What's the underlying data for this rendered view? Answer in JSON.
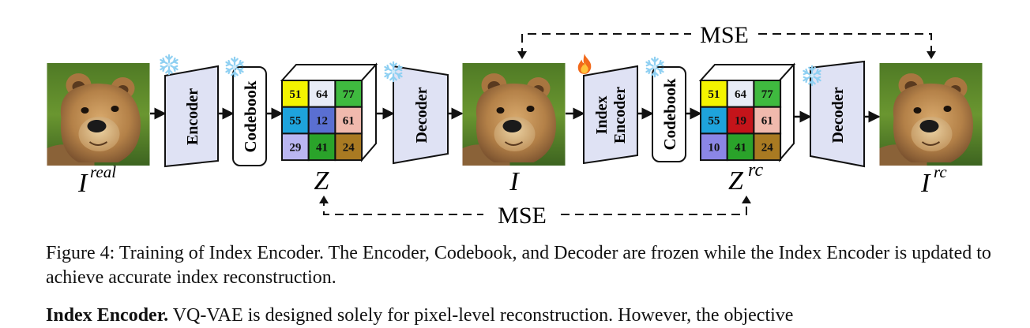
{
  "figure": {
    "labels": {
      "i_real": "I",
      "i_real_sup": "real",
      "z": "Z",
      "i_mid": "I",
      "z_rc": "Z",
      "z_rc_sup": "rc",
      "i_rc": "I",
      "i_rc_sup": "rc"
    },
    "blocks": {
      "encoder": "Encoder",
      "codebook_1": "Codebook",
      "decoder_1": "Decoder",
      "index_encoder_line1": "Index",
      "index_encoder_line2": "Encoder",
      "codebook_2": "Codebook",
      "decoder_2": "Decoder"
    },
    "mse_top": "MSE",
    "mse_bottom": "MSE",
    "grid_z": [
      [
        {
          "v": "51",
          "c": "#f4f400"
        },
        {
          "v": "64",
          "c": "#e8ecf6"
        },
        {
          "v": "77",
          "c": "#3fba3f"
        }
      ],
      [
        {
          "v": "55",
          "c": "#1ea3dc"
        },
        {
          "v": "12",
          "c": "#5a6fd1"
        },
        {
          "v": "61",
          "c": "#f0b9ad"
        }
      ],
      [
        {
          "v": "29",
          "c": "#bab6f2"
        },
        {
          "v": "41",
          "c": "#2aa32a"
        },
        {
          "v": "24",
          "c": "#a97a22"
        }
      ]
    ],
    "grid_zrc": [
      [
        {
          "v": "51",
          "c": "#f4f400"
        },
        {
          "v": "64",
          "c": "#e8ecf6"
        },
        {
          "v": "77",
          "c": "#3fba3f"
        }
      ],
      [
        {
          "v": "55",
          "c": "#1ea3dc"
        },
        {
          "v": "19",
          "c": "#c4141a"
        },
        {
          "v": "61",
          "c": "#f0b9ad"
        }
      ],
      [
        {
          "v": "10",
          "c": "#8b86e6"
        },
        {
          "v": "41",
          "c": "#2aa32a"
        },
        {
          "v": "24",
          "c": "#a97a22"
        }
      ]
    ],
    "icons": [
      "snowflake-icon",
      "flame-icon",
      "bear-photo"
    ],
    "colors": {
      "block_fill": "#dfe2f4",
      "stroke": "#111111",
      "snowflake": "#8fd0f2",
      "flame": "#f26a1b"
    }
  },
  "caption": "Figure 4: Training of Index Encoder. The Encoder, Codebook, and Decoder are frozen while the Index Encoder is updated to achieve accurate index reconstruction.",
  "next_paragraph": {
    "lead": "Index Encoder.",
    "text": " VQ-VAE is designed solely for pixel-level reconstruction. However, the objective"
  }
}
